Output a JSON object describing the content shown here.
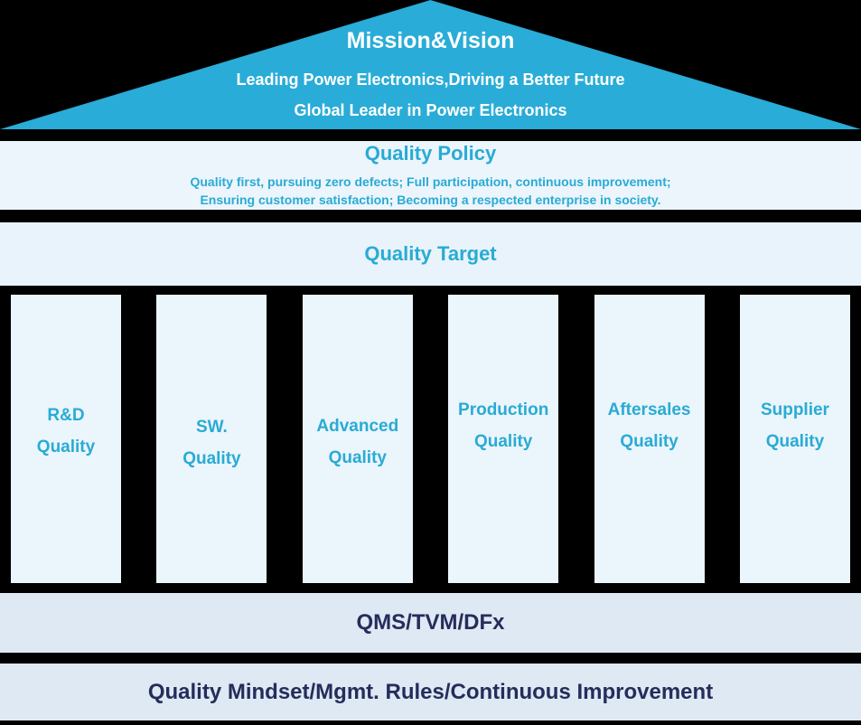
{
  "colors": {
    "background": "#000000",
    "roof": "#29ACD7",
    "teal_text": "#29ABD4",
    "white_text": "#FFFFFF",
    "navy_text": "#252D5B",
    "band_policy_bg": "#ECF5FC",
    "band_target_bg": "#E9F3FB",
    "pillar_bg": "#EBF5FC",
    "band_qms_bg": "#DFE9F4",
    "band_foundation_bg": "#DEE9F4"
  },
  "roof": {
    "title": "Mission&Vision",
    "subtitle1": "Leading Power Electronics,Driving a Better Future",
    "subtitle2": "Global Leader in Power Electronics"
  },
  "policy": {
    "title": "Quality Policy",
    "line1": "Quality first, pursuing zero defects; Full participation, continuous improvement;",
    "line2": "Ensuring customer satisfaction; Becoming a respected enterprise in society."
  },
  "target": {
    "title": "Quality Target"
  },
  "pillars": [
    {
      "line1": "R&D",
      "line2": "Quality"
    },
    {
      "line1": "SW.",
      "line2": "Quality"
    },
    {
      "line1": "Advanced",
      "line2": "Quality"
    },
    {
      "line1": "Production",
      "line2": "Quality"
    },
    {
      "line1": "Aftersales",
      "line2": "Quality"
    },
    {
      "line1": "Supplier",
      "line2": "Quality"
    }
  ],
  "qms": {
    "label": "QMS/TVM/DFx"
  },
  "foundation": {
    "label": "Quality Mindset/Mgmt. Rules/Continuous Improvement"
  }
}
